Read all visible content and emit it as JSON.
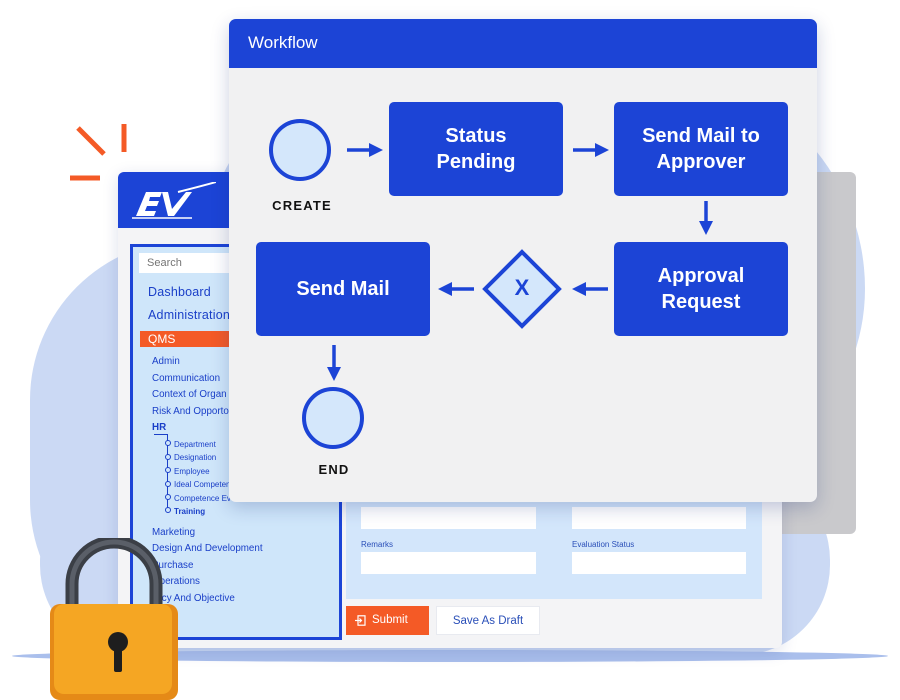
{
  "workflow": {
    "title": "Workflow",
    "nodes": {
      "create": "CREATE",
      "status_pending": "Status\nPending",
      "send_mail_approver": "Send Mail to\nApprover",
      "approval_request": "Approval\nRequest",
      "gateway": "X",
      "send_mail": "Send Mail",
      "end": "END"
    }
  },
  "sidebar": {
    "search_placeholder": "Search",
    "main_items": [
      "Dashboard",
      "Administration",
      "QMS"
    ],
    "qms_items": [
      "Admin",
      "Communication",
      "Context of Organ",
      "Risk And Opporto",
      "HR"
    ],
    "hr_items": [
      "Department",
      "Designation",
      "Employee",
      "Ideal Competen",
      "Competence Ev",
      "Training"
    ],
    "more_items": [
      "Marketing",
      "Design And Development",
      "Purchase",
      "Operations",
      "olicy And Objective"
    ]
  },
  "form": {
    "remarks_label": "Remarks",
    "evaluation_label": "Evaluation Status",
    "submit_label": "Submit",
    "draft_label": "Save As Draft"
  },
  "colors": {
    "primary": "#1c44d6",
    "accent": "#f45a26",
    "panel": "#d3e6fb",
    "lock": "#f5a623"
  },
  "icons": [
    "ev-logo-icon",
    "submit-icon",
    "padlock-icon",
    "spark-icon"
  ]
}
